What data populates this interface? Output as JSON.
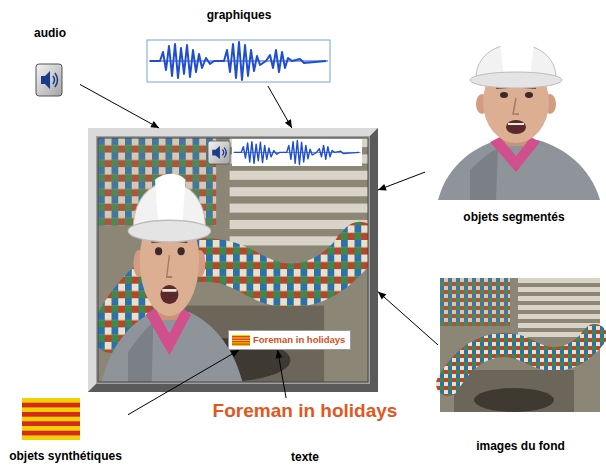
{
  "diagram": {
    "nodes": [
      {
        "text": []
      },
      {
        "text": [
          "Foreman in holidays"
        ],
        "in": 0
      },
      {
        "text": [
          "audio"
        ]
      },
      {
        "text": [
          "graphiques"
        ]
      },
      {
        "text": [
          "objets segmentés"
        ]
      },
      {
        "text": [
          "images du fond"
        ]
      },
      {
        "text": [
          "objets synthétiques"
        ]
      },
      {
        "text": [
          "Foreman in holidays",
          "texte"
        ]
      }
    ],
    "edges": [
      {
        "from": 2,
        "to": 0,
        "arrow": "to"
      },
      {
        "from": 3,
        "to": 0,
        "arrow": "to"
      },
      {
        "from": 4,
        "to": 0,
        "arrow": "to"
      },
      {
        "from": 5,
        "to": 0,
        "arrow": "to"
      },
      {
        "from": 6,
        "to": 1,
        "arrow": "to"
      },
      {
        "from": 7,
        "to": 1,
        "arrow": "to"
      }
    ]
  }
}
